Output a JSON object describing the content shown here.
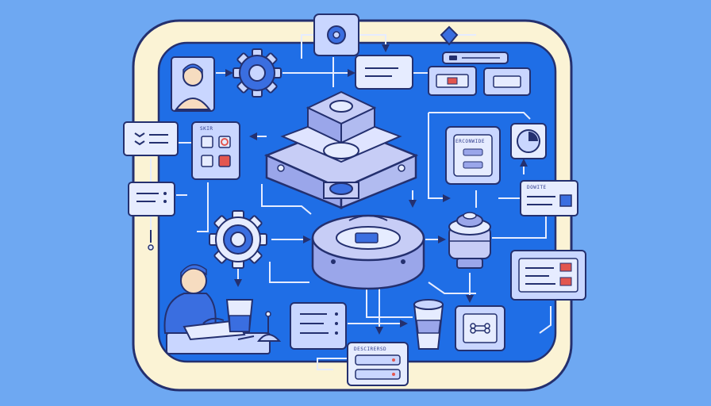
{
  "colors": {
    "background": "#6ea8f2",
    "board_frame": "#fbf3d5",
    "board_inner": "#1f6ee6",
    "outline": "#24306f",
    "panel_fill": "#c9d6ff",
    "panel_light": "#e6ecff",
    "machine_fill": "#c7cdf6",
    "accent_red": "#e2564f",
    "person_skin": "#f6dcc0",
    "person_shirt": "#3a6ee0"
  },
  "icons": [
    "gear-icon",
    "person-icon",
    "clock-icon",
    "document-icon",
    "database-icon",
    "coffee-cup-icon",
    "bone-icon",
    "camera-lens-icon",
    "arrow-icon",
    "diamond-icon"
  ],
  "labels": {
    "panel_top_left": "SKIR",
    "panel_right_tall": "ERCONWIDE",
    "panel_right_card": "DOWITE",
    "panel_bottom_center": "DESCIRERSD"
  }
}
